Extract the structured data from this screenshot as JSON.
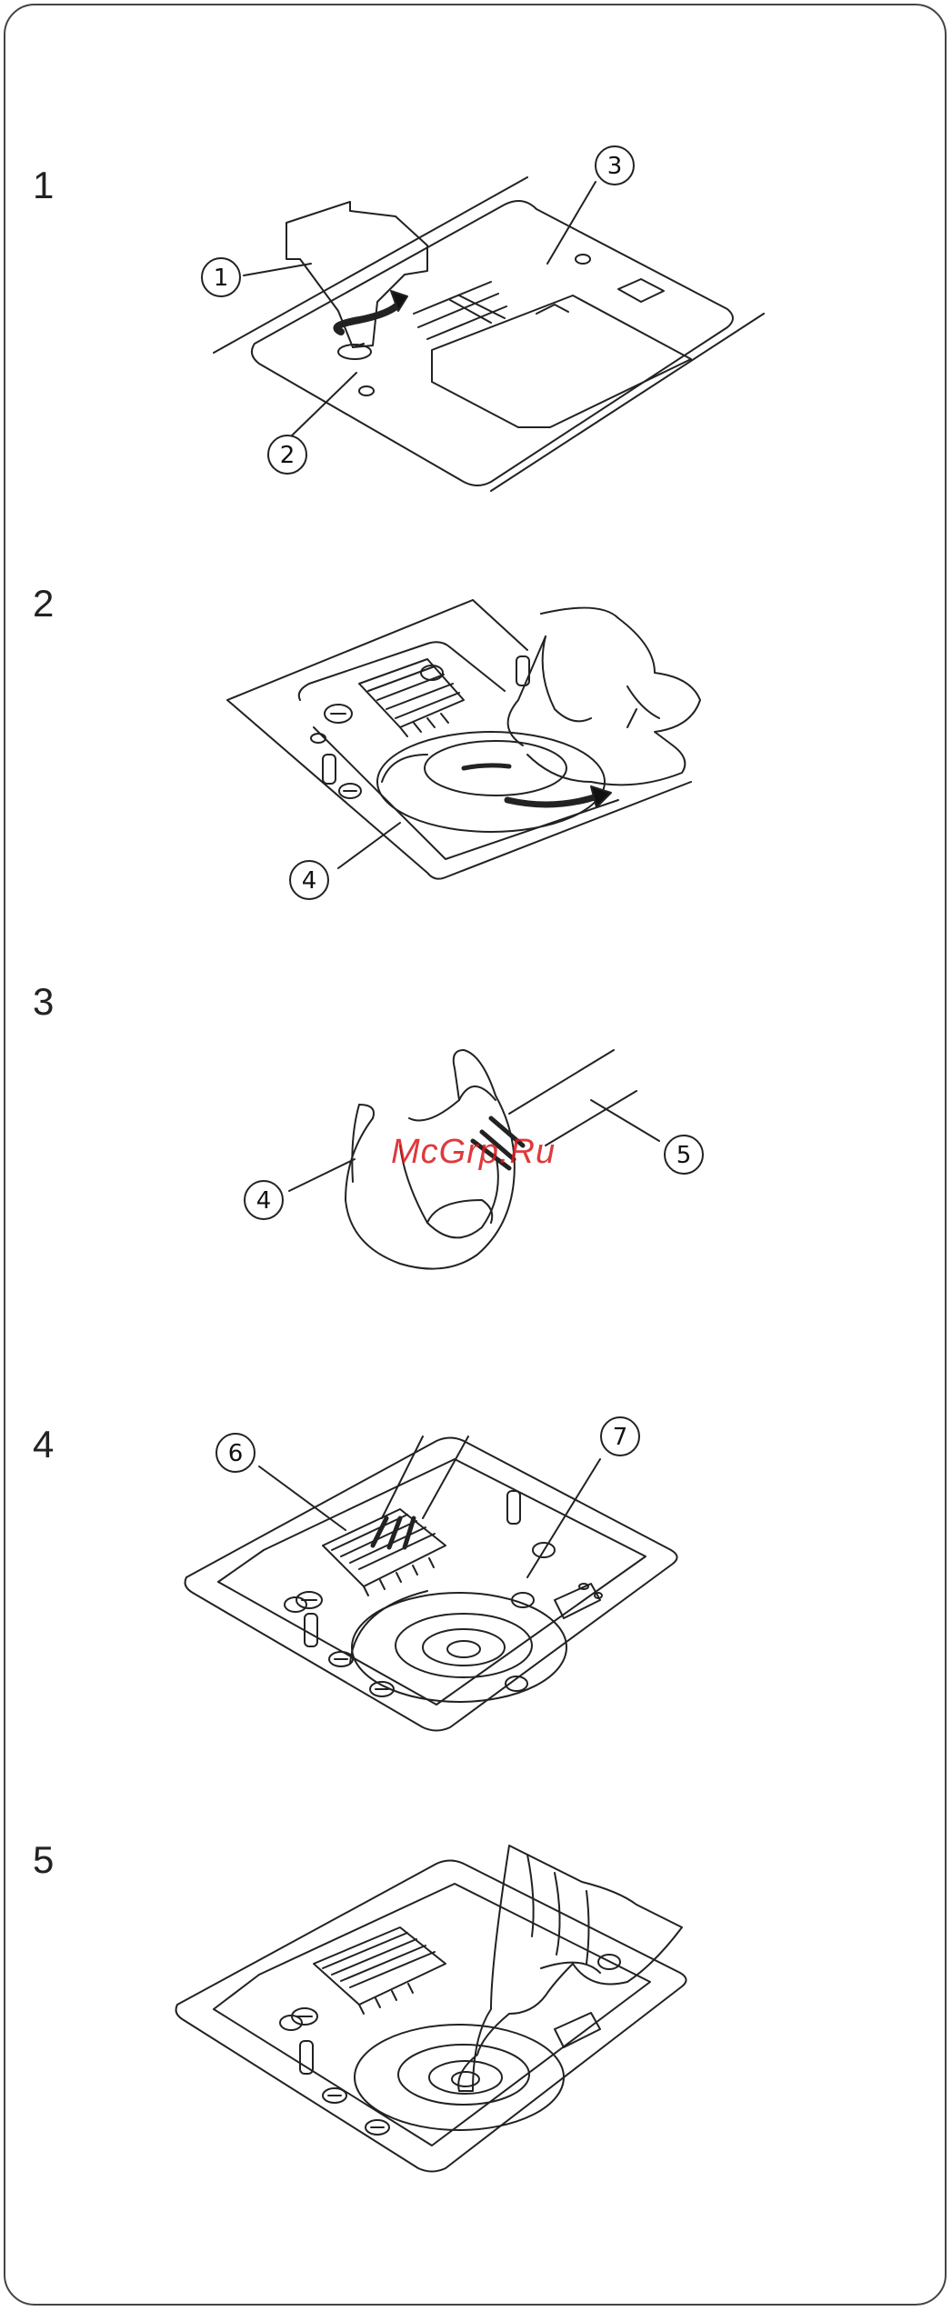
{
  "steps": [
    {
      "number": "1",
      "callouts": [
        "1",
        "2",
        "3"
      ]
    },
    {
      "number": "2",
      "callouts": [
        "4"
      ]
    },
    {
      "number": "3",
      "callouts": [
        "4",
        "5"
      ]
    },
    {
      "number": "4",
      "callouts": [
        "6",
        "7"
      ]
    },
    {
      "number": "5",
      "callouts": []
    }
  ],
  "watermark": "McGrp.Ru",
  "icons": [
    "screwdriver-icon",
    "bobbin-holder-icon",
    "lint-brush-icon",
    "cloth-icon",
    "curved-arrow-icon"
  ],
  "colors": {
    "line": "#222222",
    "watermark": "#d9181c",
    "background": "#ffffff"
  }
}
